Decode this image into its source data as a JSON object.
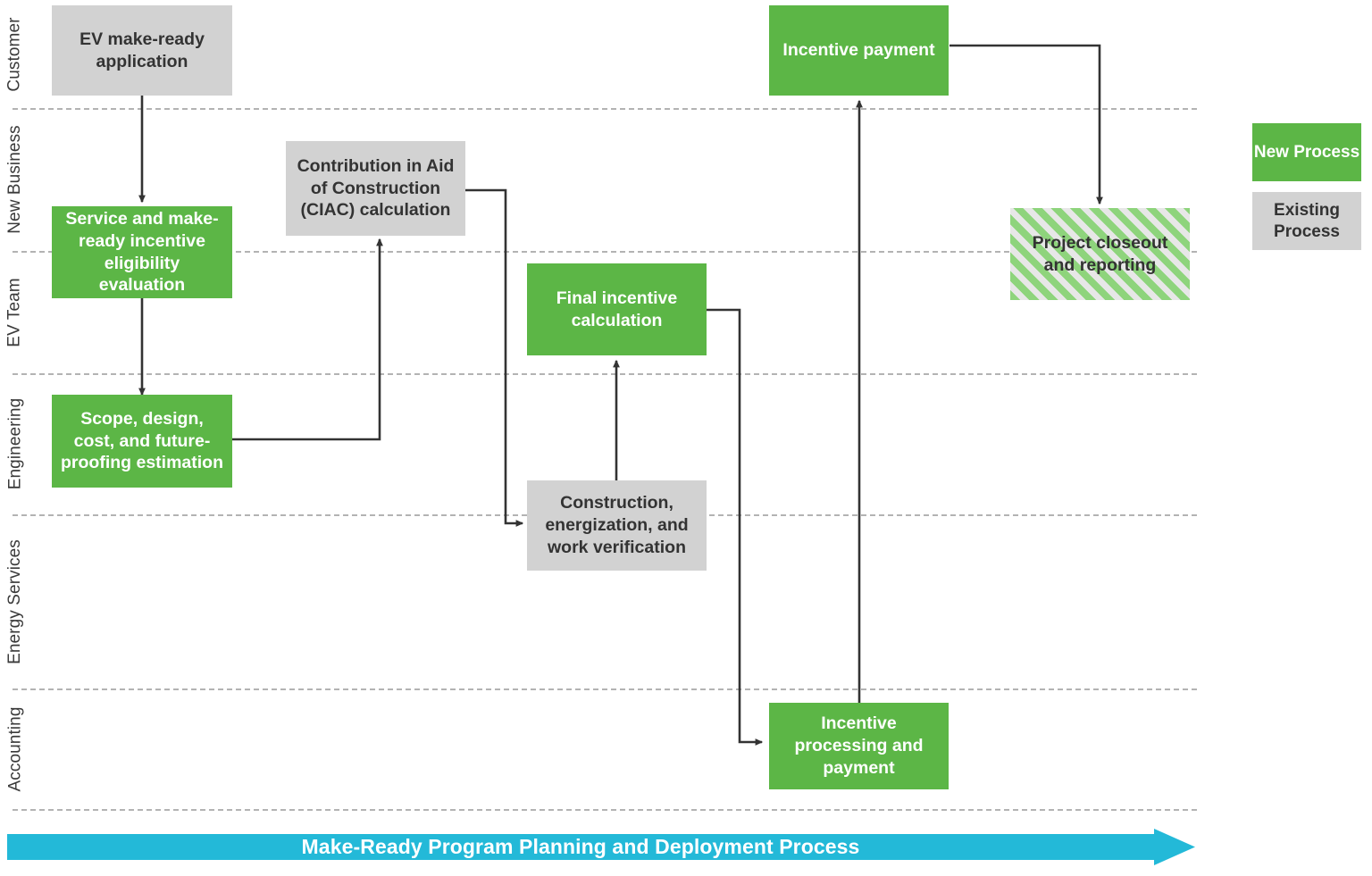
{
  "diagram": {
    "title": "Make-Ready Program Planning and Deployment Process",
    "colors": {
      "new_process": "#5cb646",
      "existing_process": "#d2d2d2",
      "striped_green": "#8ed47c",
      "striped_gray": "#e7e7e7",
      "banner": "#23b9d8",
      "divider": "#b3b3b3",
      "connector": "#333333"
    }
  },
  "lanes": [
    {
      "id": "customer",
      "label": "Customer"
    },
    {
      "id": "new-business",
      "label": "New Business"
    },
    {
      "id": "ev-team",
      "label": "EV Team"
    },
    {
      "id": "engineering",
      "label": "Engineering"
    },
    {
      "id": "energy-services",
      "label": "Energy Services"
    },
    {
      "id": "accounting",
      "label": "Accounting"
    }
  ],
  "nodes": [
    {
      "id": "ev-make-ready-application",
      "label": "EV make-ready application",
      "lane": "customer",
      "type": "existing"
    },
    {
      "id": "service-and-make-ready-incentive-eligibility-evaluation",
      "label": "Service and make-ready incentive eligibility evaluation",
      "lane": "new-business",
      "type": "new"
    },
    {
      "id": "contribution-in-aid-of-construction-calculation",
      "label": "Contribution in Aid of Construction (CIAC) calculation",
      "lane": "new-business",
      "type": "existing"
    },
    {
      "id": "scope-design-cost-and-future-proofing-estimation",
      "label": "Scope, design, cost, and future-proofing estimation",
      "lane": "engineering",
      "type": "new"
    },
    {
      "id": "final-incentive-calculation",
      "label": "Final incentive calculation",
      "lane": "ev-team",
      "type": "new"
    },
    {
      "id": "construction-energization-and-work-verification",
      "label": "Construction, energization, and work verification",
      "lane": "energy-services",
      "type": "existing"
    },
    {
      "id": "incentive-processing-and-payment",
      "label": "Incentive processing and payment",
      "lane": "accounting",
      "type": "new"
    },
    {
      "id": "incentive-payment",
      "label": "Incentive payment",
      "lane": "customer",
      "type": "new"
    },
    {
      "id": "project-closeout-and-reporting",
      "label": "Project closeout and reporting",
      "lane": "new-business",
      "type": "striped"
    }
  ],
  "legend": {
    "items": [
      {
        "id": "new-process",
        "label": "New Process"
      },
      {
        "id": "existing-process",
        "label": "Existing Process"
      }
    ]
  },
  "banner": {
    "label": "Make-Ready Program Planning and Deployment Process"
  }
}
